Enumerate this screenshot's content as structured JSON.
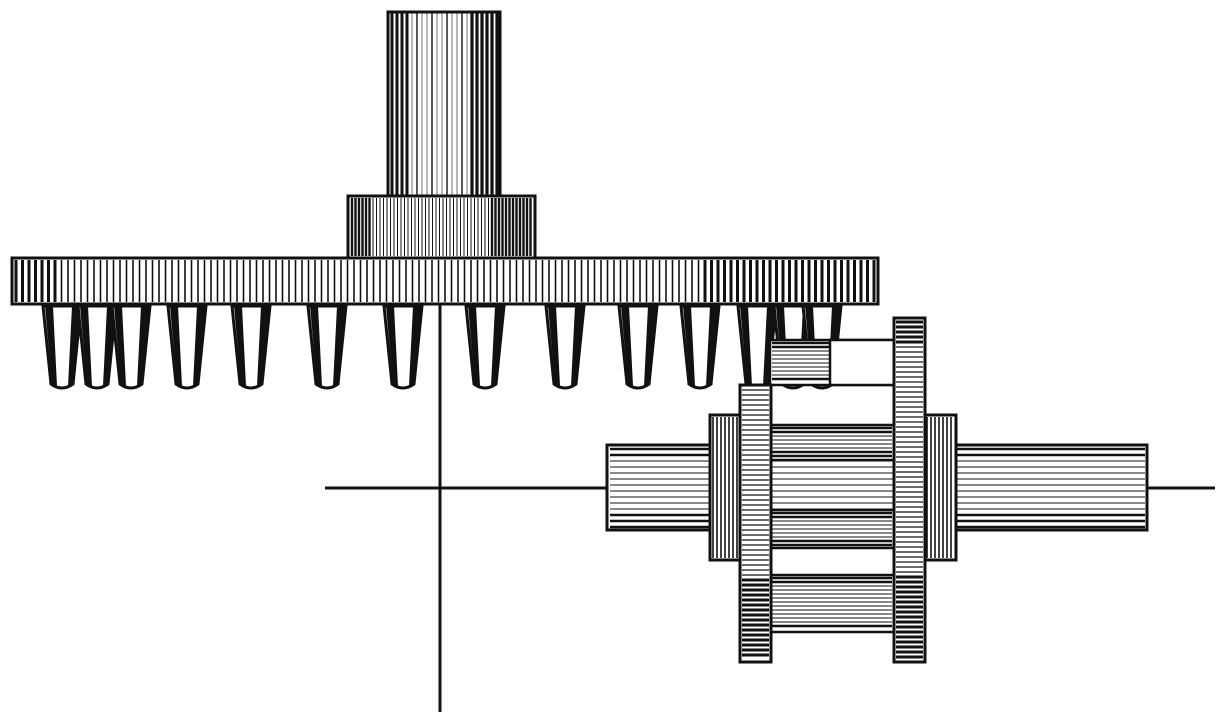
{
  "colors": {
    "ink": "#111111",
    "paper": "#ffffff"
  },
  "figure": {
    "components": [
      "vertical-shaft",
      "hub-collar",
      "crown-wheel-rim",
      "crown-wheel-teeth",
      "lantern-pinion",
      "pinion-shaft",
      "vertical-axis-line",
      "horizontal-axis-line"
    ]
  }
}
